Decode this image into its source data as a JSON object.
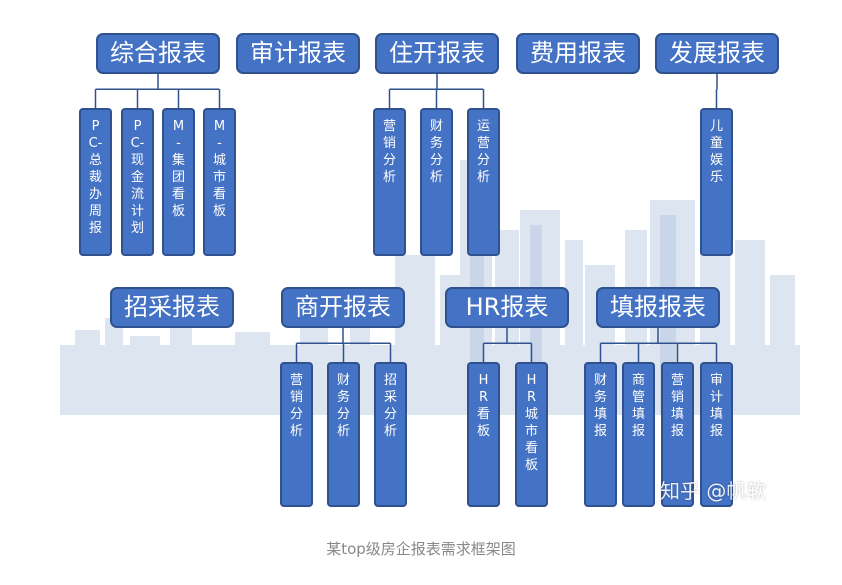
{
  "groups": {
    "zonghe": {
      "title": "综合报表",
      "children": [
        "PC-总裁办周报",
        "PC-现金流计划",
        "M-集团看板",
        "M-城市看板"
      ]
    },
    "shenji": {
      "title": "审计报表"
    },
    "zhukai": {
      "title": "住开报表",
      "children": [
        "营销分析",
        "财务分析",
        "运营分析"
      ]
    },
    "feiyong": {
      "title": "费用报表"
    },
    "fazhan": {
      "title": "发展报表",
      "children": [
        "儿童娱乐"
      ]
    },
    "zhaocai": {
      "title": "招采报表"
    },
    "shangkai": {
      "title": "商开报表",
      "children": [
        "营销分析",
        "财务分析",
        "招采分析"
      ]
    },
    "hr": {
      "title": "HR报表",
      "children": [
        "HR看板",
        "HR城市看板"
      ]
    },
    "tianbao": {
      "title": "填报报表",
      "children": [
        "财务填报",
        "商管填报",
        "营销填报",
        "审计填报"
      ]
    }
  },
  "watermark": "知乎 @帆软",
  "caption": "某top级房企报表需求框架图",
  "colors": {
    "node_fill": "#4472c4",
    "node_border": "#2f528f",
    "skyline": "#dbe4f1",
    "caption": "#888888"
  }
}
